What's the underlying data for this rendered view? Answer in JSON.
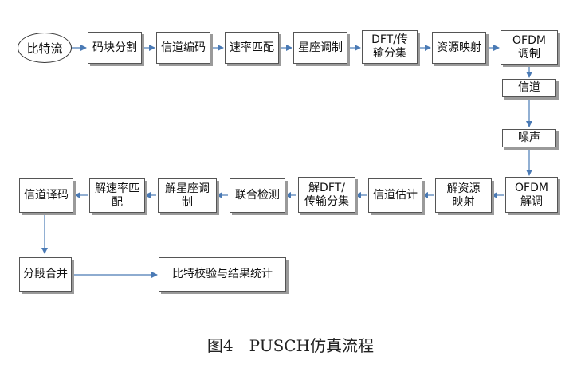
{
  "nodes": {
    "start": "比特流",
    "code_block_seg": "码块分割",
    "channel_coding": "信道编码",
    "rate_matching": "速率匹配",
    "constellation_mod": "星座调制",
    "dft_precoding": "DFT/传输分集",
    "resource_mapping": "资源映射",
    "ofdm_mod": "OFDM调制",
    "channel": "信道",
    "noise": "噪声",
    "ofdm_demod": "OFDM解调",
    "resource_demap": "解资源映射",
    "channel_estimation": "信道估计",
    "idft": "解DFT/传输分集",
    "joint_detection": "联合检测",
    "constellation_demod": "解星座调制",
    "rate_dematch": "解速率匹配",
    "channel_decoding": "信道译码",
    "segment_merge": "分段合并",
    "crc_stats": "比特校验与结果统计"
  },
  "caption": "图4　PUSCH仿真流程",
  "colors": {
    "arrow": "#4a7ab5",
    "border": "#555555",
    "shadow": "#9a9a9a"
  }
}
